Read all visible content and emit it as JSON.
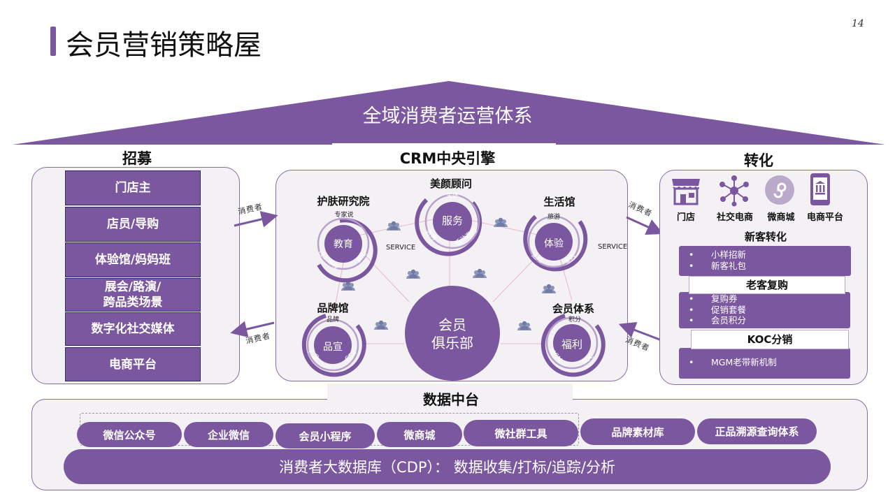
{
  "page": {
    "title": "会员营销策略屋",
    "number": "14"
  },
  "roof": {
    "label": "全域消费者运营体系"
  },
  "recruit": {
    "title": "招募",
    "items": [
      "门店主",
      "店员/导购",
      "体验馆/妈妈班",
      "展会/路演/\n跨品类场景",
      "数字化社交媒体",
      "电商平台"
    ]
  },
  "crm": {
    "title": "CRM中央引擎",
    "center": {
      "line1": "会员",
      "line2": "俱乐部"
    },
    "service_label": "SERVICE",
    "nodes": {
      "skincare": {
        "title": "护肤研究院",
        "core": "教育",
        "arc1": "专家说",
        "arc2": "线上课程",
        "arc3": "直播"
      },
      "consultant": {
        "title": "美颜顾问",
        "core": "服务",
        "arc1": "关怀",
        "arc2": "咨询",
        "arc3": "活动邀约"
      },
      "lifestyle": {
        "title": "生活馆",
        "core": "体验",
        "arc1": "旅游",
        "arc2": "运动",
        "arc3": "室内"
      },
      "brand": {
        "title": "品牌馆",
        "core": "品宣",
        "arc1": "品牌",
        "arc2": "产品",
        "arc3": "CSR"
      },
      "member": {
        "title": "会员体系",
        "core": "福利",
        "arc1": "积分",
        "arc2": "MGM",
        "arc3": "KOC"
      }
    }
  },
  "convert": {
    "title": "转化",
    "channels": [
      {
        "label": "门店",
        "icon": "store-icon"
      },
      {
        "label": "社交电商",
        "icon": "social-network-icon"
      },
      {
        "label": "微商城",
        "icon": "mini-program-icon"
      },
      {
        "label": "电商平台",
        "icon": "mobile-bank-icon"
      }
    ],
    "new_customer": {
      "title": "新客转化",
      "items": [
        "小样招新",
        "新客礼包"
      ]
    },
    "repurchase": {
      "title": "老客复购",
      "items": [
        "复购券",
        "促销套餐",
        "会员积分"
      ]
    },
    "koc": {
      "title": "KOC分销",
      "items": [
        "MGM老带新机制"
      ]
    }
  },
  "flows": {
    "consumer": "消费者"
  },
  "data_platform": {
    "title": "数据中台",
    "pills": [
      "微信公众号",
      "企业微信",
      "会员小程序",
      "微商城",
      "微社群工具",
      "品牌素材库",
      "正品溯源查询体系"
    ],
    "cdp": "消费者大数据库（CDP）： 数据收集/打标/追踪/分析"
  },
  "colors": {
    "accent": "#7b57a0",
    "panel_bg": "#f4f1f5",
    "line": "#e7b8c8"
  }
}
